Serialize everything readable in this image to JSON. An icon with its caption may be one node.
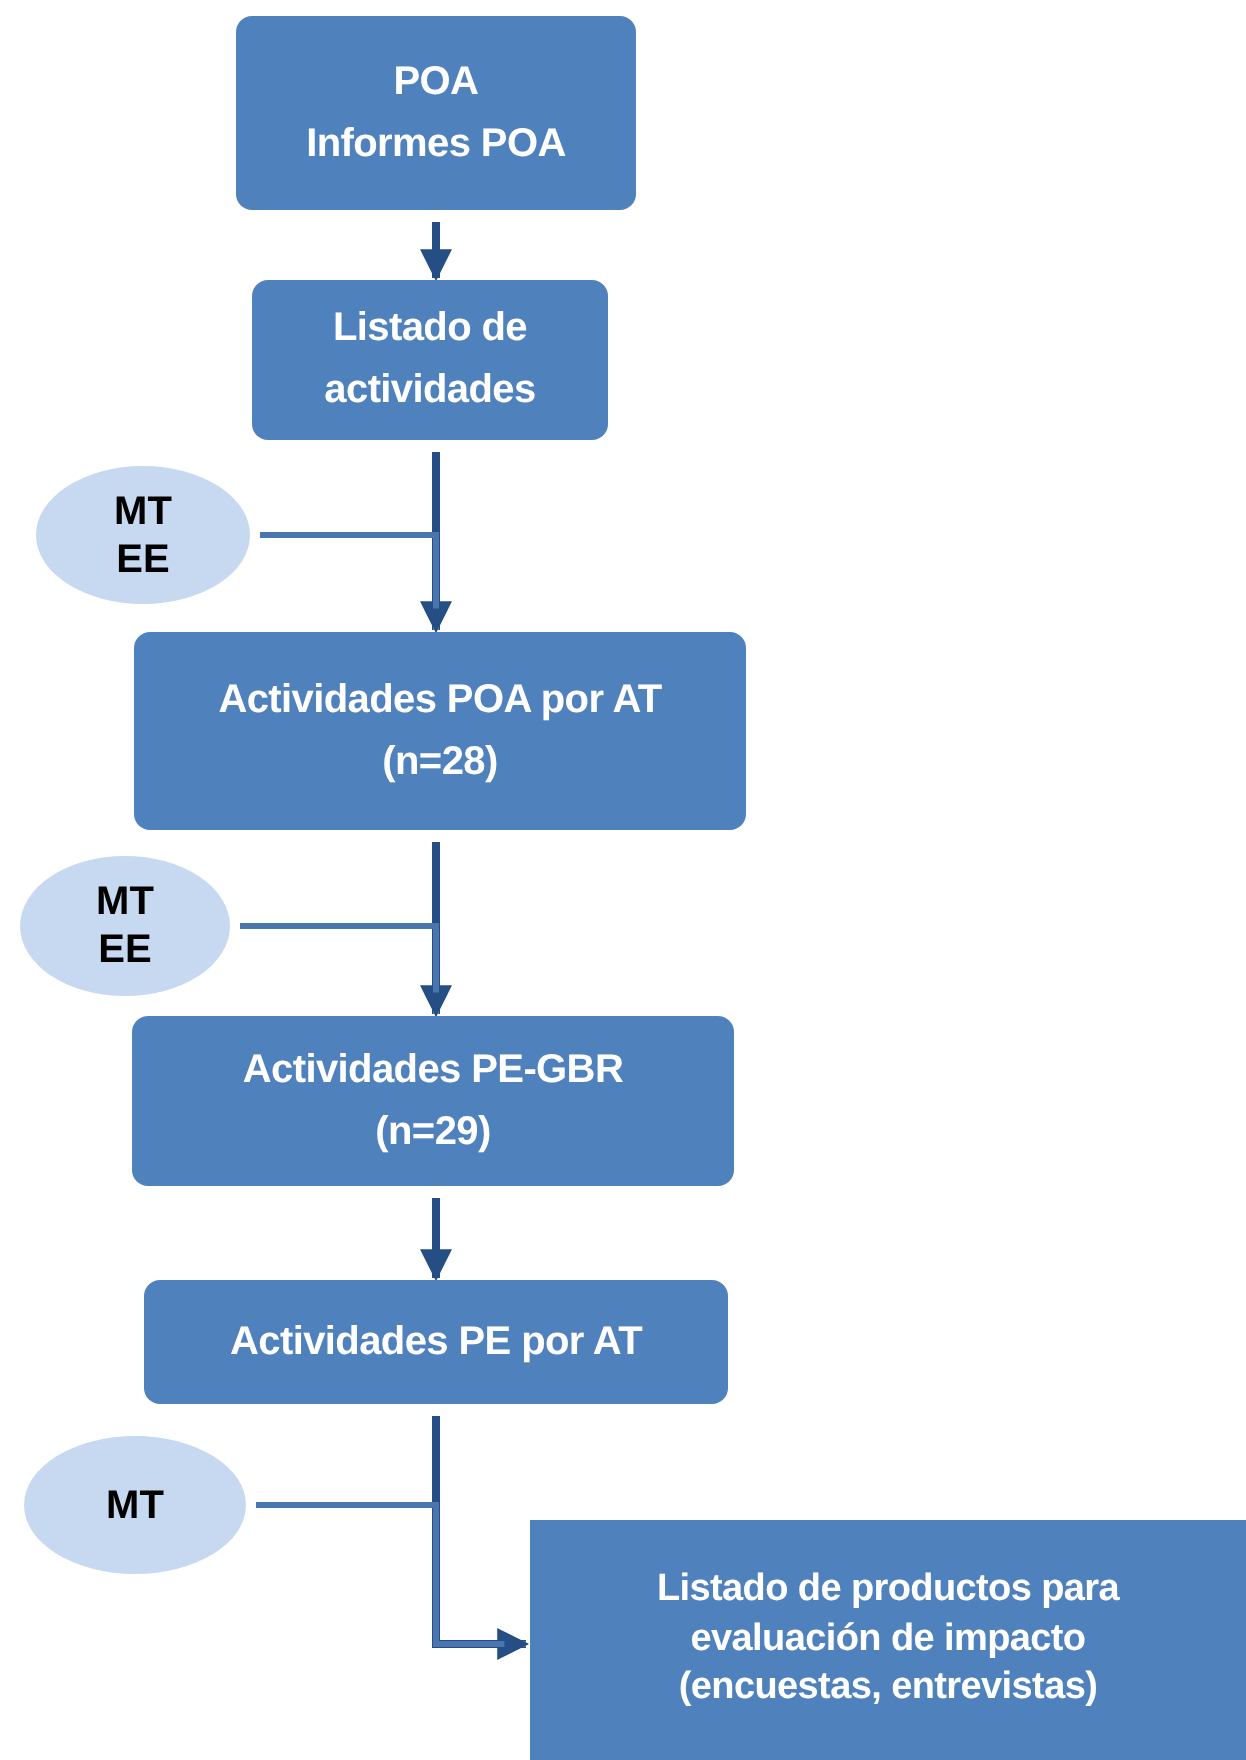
{
  "diagram": {
    "nodes": [
      {
        "text": [
          "POA",
          "Informes POA"
        ]
      },
      {
        "text": [
          "Listado de actividades"
        ]
      },
      {
        "text": [
          "MT",
          "EE"
        ]
      },
      {
        "text": [
          "Actividades POA por AT",
          "(n=28)"
        ]
      },
      {
        "text": [
          "MT",
          "EE"
        ]
      },
      {
        "text": [
          "Actividades PE-GBR",
          "(n=29)"
        ]
      },
      {
        "text": [
          "Actividades PE por AT"
        ]
      },
      {
        "text": [
          "MT"
        ]
      },
      {
        "text": [
          "Listado de productos para evaluación de impacto (encuestas, entrevistas)"
        ]
      }
    ],
    "edges": [
      {
        "from": 0,
        "to": 1,
        "arrow": "to"
      },
      {
        "from": 1,
        "to": 3,
        "arrow": "to"
      },
      {
        "from": 2,
        "to": 3,
        "arrow": "to"
      },
      {
        "from": 3,
        "to": 5,
        "arrow": "to"
      },
      {
        "from": 4,
        "to": 5,
        "arrow": "to"
      },
      {
        "from": 5,
        "to": 6,
        "arrow": "to"
      },
      {
        "from": 6,
        "to": 8,
        "arrow": "to"
      },
      {
        "from": 7,
        "to": 8,
        "arrow": "to"
      }
    ]
  }
}
